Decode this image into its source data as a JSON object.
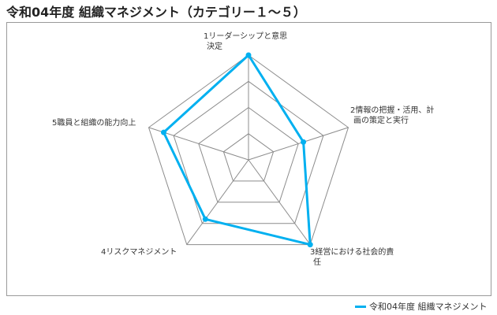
{
  "title": "令和04年度 組織マネジメント（カテゴリー１〜５）",
  "legend": {
    "label": "令和04年度 組織マネジメント",
    "color": "#00b0f0"
  },
  "chart_data": {
    "type": "radar",
    "title": "令和04年度 組織マネジメント（カテゴリー１〜５）",
    "categories": [
      "1リーダーシップと意思決定",
      "2情報の把握・活用、計画の策定と実行",
      "3経営における社会的責任",
      "4リスクマネジメント",
      "5職員と組織の能力向上"
    ],
    "category_lines": [
      [
        "1リーダーシップと意思",
        "決定"
      ],
      [
        "2情報の把握・活用、計",
        "画の策定と実行"
      ],
      [
        "3経営における社会的責",
        "任"
      ],
      [
        "4リスクマネジメント"
      ],
      [
        "5職員と組織の能力向上"
      ]
    ],
    "series": [
      {
        "name": "令和04年度 組織マネジメント",
        "values": [
          1.0,
          0.55,
          1.0,
          0.7,
          0.85
        ],
        "color": "#00b0f0"
      }
    ],
    "range": [
      0,
      1
    ],
    "rings": 4,
    "legend_position": "bottom-right",
    "grid": true
  }
}
